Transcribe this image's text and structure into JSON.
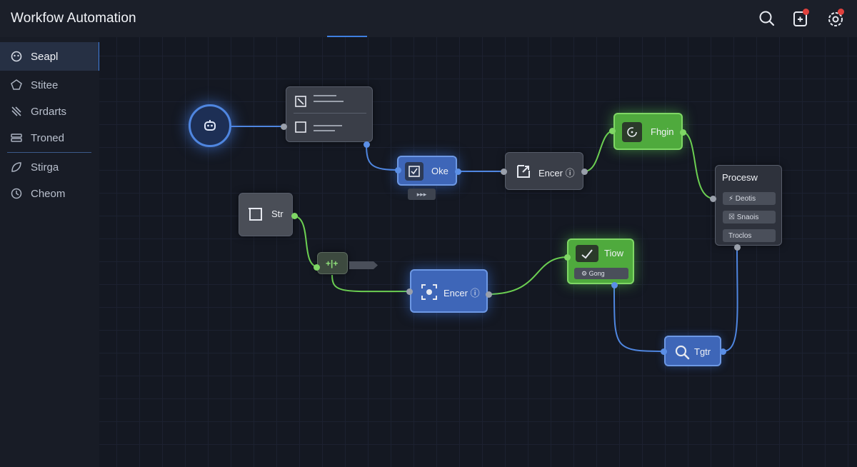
{
  "header": {
    "title": "Workfow Automation",
    "icons": [
      "search-icon",
      "clipboard-icon",
      "settings-gear-icon"
    ],
    "notification_color": "#e0413d"
  },
  "sidebar": {
    "items": [
      {
        "label": "Seapl",
        "icon": "robot-icon",
        "active": true
      },
      {
        "label": "Stitee",
        "icon": "stack-icon",
        "active": false
      },
      {
        "label": "Grdarts",
        "icon": "tools-icon",
        "active": false
      },
      {
        "label": "Troned",
        "icon": "server-icon",
        "active": false
      },
      {
        "label": "Stirga",
        "icon": "leaf-icon",
        "active": false
      },
      {
        "label": "Cheom",
        "icon": "clock-icon",
        "active": false
      }
    ]
  },
  "nodes": {
    "trigger": {
      "icon": "robot-icon"
    },
    "form": {
      "icon": "checkbox-icon"
    },
    "oke": {
      "label": "Oke",
      "badge": "▸▸▸"
    },
    "encer_top": {
      "label": "Encer ⓘ"
    },
    "fhgin": {
      "label": "Fhgin"
    },
    "process": {
      "title": "Procesw",
      "rows": [
        "⚡ Deotis",
        "☒ Snaois",
        "Troclos"
      ]
    },
    "str": {
      "label": "Str"
    },
    "split": {
      "label": "+|+"
    },
    "encer_bottom": {
      "label": "Encer ⓘ"
    },
    "tiow": {
      "label": "Tiow",
      "sub": "⚙ Gong"
    },
    "tgtr": {
      "label": "Tgtr"
    }
  },
  "colors": {
    "accent": "#3f7fe0",
    "blue_node": "#3e66b8",
    "green_node": "#4faa3d",
    "dark_node": "#3a3e48",
    "canvas": "#141822"
  }
}
